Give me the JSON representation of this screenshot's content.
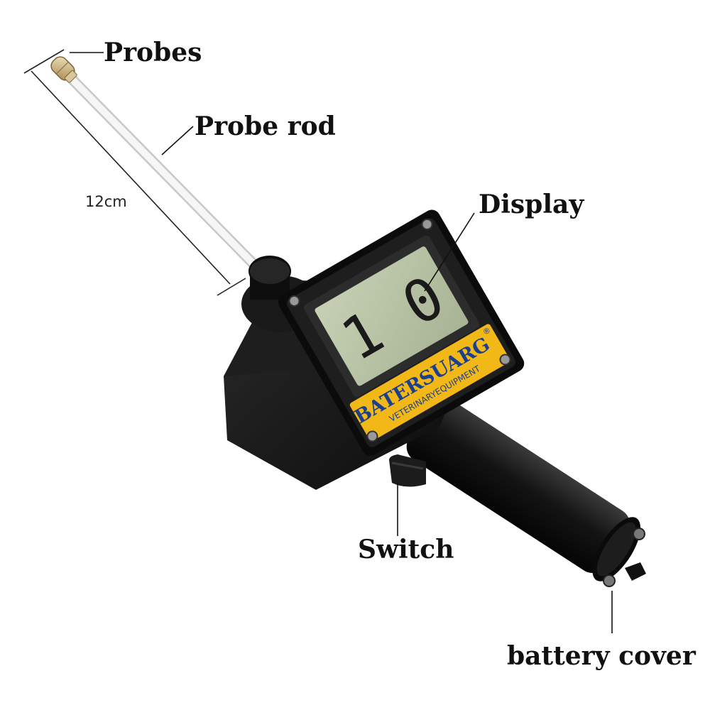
{
  "labels": {
    "probes": "Probes",
    "probe_rod": "Probe rod",
    "display": "Display",
    "switch": "Switch",
    "battery_cover": "battery cover"
  },
  "dimension": "12cm",
  "device": {
    "lcd_reading": "1 0",
    "brand": "BATERSUARG",
    "brand_mark": "®",
    "brand_sub": "VETERINARYEQUIPMENT"
  },
  "colors": {
    "body": "#141414",
    "lcd": "#b9c4a6",
    "label_yellow": "#f2b817",
    "brand_blue": "#1b3f8f",
    "rod": "#f2f2f2",
    "probe_tip": "#c9a96a"
  }
}
